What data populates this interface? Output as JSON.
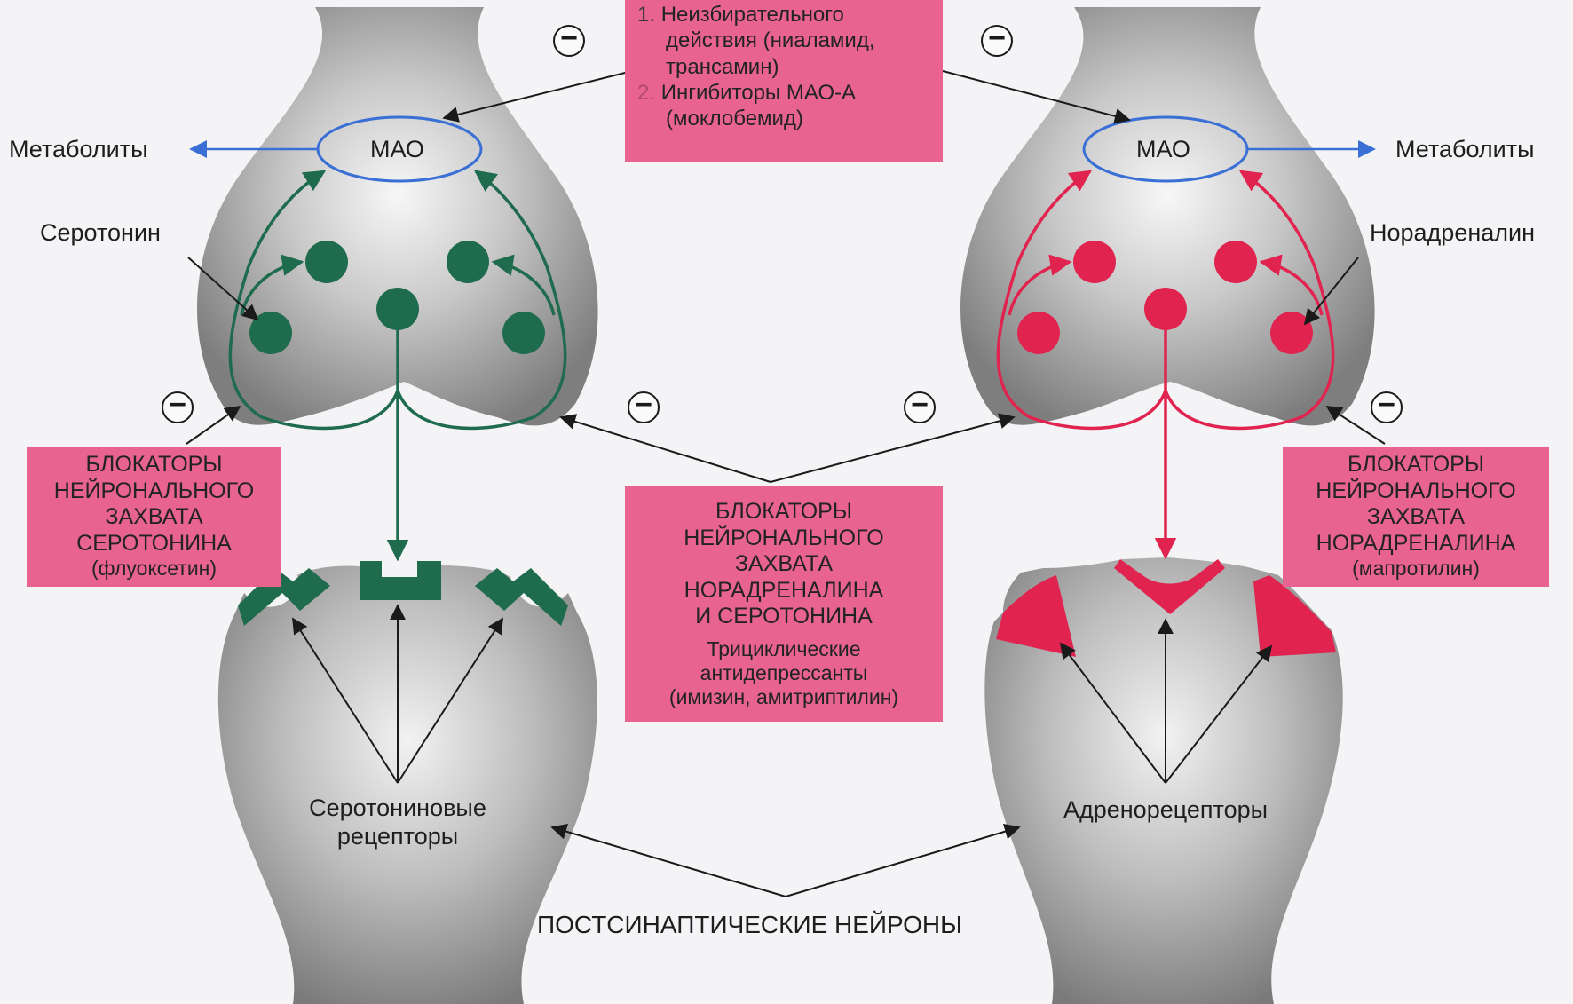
{
  "inhibition_symbol": "−",
  "colors": {
    "neuron_fill": "#8b8b8b",
    "serotonin": "#1e6b4e",
    "noradrenaline": "#e0244f",
    "mao_outline": "#3a6fd6",
    "box_fill": "#e8638f",
    "arrow": "#1a1a1a"
  },
  "top_box": {
    "item1_num": "1.",
    "item1_lines": [
      "Неизбирательного",
      "действия (ниаламид,",
      "трансамин)"
    ],
    "item2_num": "2.",
    "item2_lines": [
      "Ингибиторы МАО-А",
      "(моклобемид)"
    ]
  },
  "left": {
    "mao_label": "МАО",
    "metabolites": "Метаболиты",
    "transmitter": "Серотонин",
    "box_lines": [
      "БЛОКАТОРЫ",
      "НЕЙРОНАЛЬНОГО",
      "ЗАХВАТА",
      "СЕРОТОНИНА"
    ],
    "box_drug": "(флуоксетин)",
    "receptors_line1": "Серотониновые",
    "receptors_line2": "рецепторы"
  },
  "right": {
    "mao_label": "МАО",
    "metabolites": "Метаболиты",
    "transmitter": "Норадреналин",
    "box_lines": [
      "БЛОКАТОРЫ",
      "НЕЙРОНАЛЬНОГО",
      "ЗАХВАТА",
      "НОРАДРЕНАЛИНА"
    ],
    "box_drug": "(мапротилин)",
    "receptors": "Адренорецепторы"
  },
  "center_box": {
    "lines": [
      "БЛОКАТОРЫ",
      "НЕЙРОНАЛЬНОГО",
      "ЗАХВАТА",
      "НОРАДРЕНАЛИНА",
      "И СЕРОТОНИНА"
    ],
    "sub_lines": [
      "Трициклические",
      "антидепрессанты",
      "(имизин, амитриптилин)"
    ]
  },
  "postsynaptic_label": "ПОСТСИНАПТИЧЕСКИЕ НЕЙРОНЫ"
}
